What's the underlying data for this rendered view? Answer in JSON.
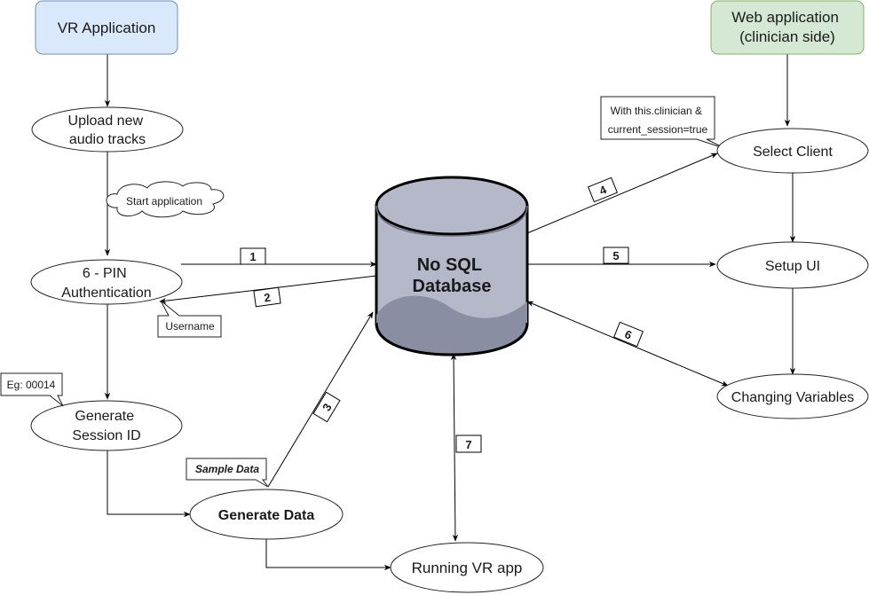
{
  "nodes": {
    "vr_application": "VR Application",
    "web_application": [
      "Web application",
      "(clinician side)"
    ],
    "upload_audio": [
      "Upload new",
      "audio tracks"
    ],
    "pin_auth": [
      "6 - PIN",
      "Authentication"
    ],
    "generate_session": [
      "Generate",
      "Session ID"
    ],
    "generate_data": "Generate Data",
    "running_vr": "Running VR app",
    "select_client": "Select Client",
    "setup_ui": "Setup UI",
    "changing_variables": "Changing Variables",
    "database": [
      "No SQL",
      "Database"
    ]
  },
  "callouts": {
    "start_application": "Start application",
    "username": "Username",
    "eg_session": "Eg: 00014",
    "sample_data": "Sample Data",
    "clinician_note": [
      "With this.clinician &",
      "current_session=true"
    ]
  },
  "edge_labels": {
    "e1": "1",
    "e2": "2",
    "e3": "3",
    "e4": "4",
    "e5": "5",
    "e6": "6",
    "e7": "7"
  },
  "colors": {
    "vr_fill": "#dae8fc",
    "vr_stroke": "#6c8ebf",
    "web_fill": "#d5e8d4",
    "web_stroke": "#82b366",
    "db_fill": "#b4b8c9",
    "db_dark": "#8a8ea3"
  }
}
